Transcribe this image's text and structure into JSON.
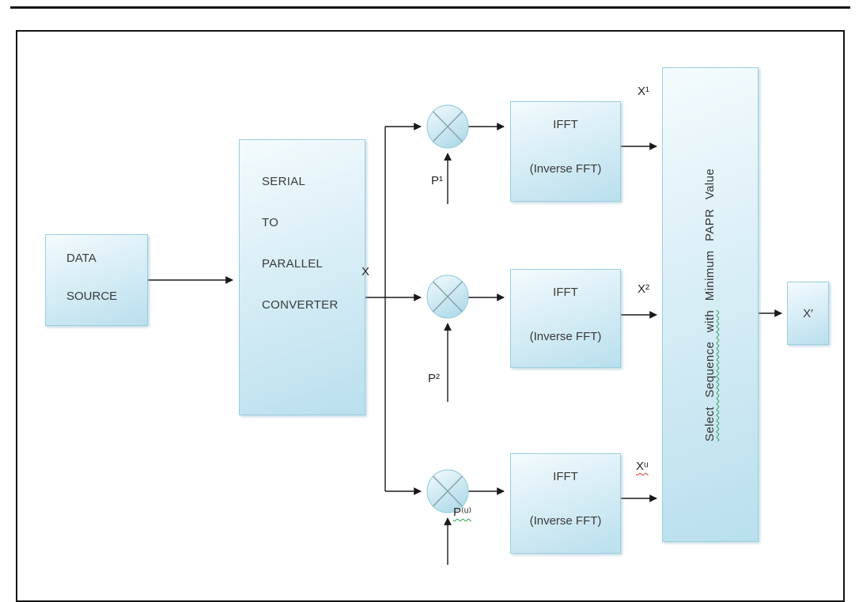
{
  "diagram": {
    "data_source": {
      "line1": "DATA",
      "line2": "SOURCE"
    },
    "serial_to_parallel": {
      "line1": "SERIAL",
      "line2": "TO",
      "line3": "PARALLEL",
      "line4": "CONVERTER"
    },
    "x_label": "X",
    "branches": [
      {
        "p_label": "P¹",
        "ifft_title": "IFFT",
        "ifft_subtitle": "(Inverse FFT)",
        "output_label": "X¹"
      },
      {
        "p_label": "P²",
        "ifft_title": "IFFT",
        "ifft_subtitle": "(Inverse FFT)",
        "output_label": "X²"
      },
      {
        "p_label": "P⁽ᵘ⁾",
        "ifft_title": "IFFT",
        "ifft_subtitle": "(Inverse FFT)",
        "output_label": "Xᵘ"
      }
    ],
    "selector": {
      "label_part1": "Select Sequence with",
      "label_part2": "Minimum PAPR Value"
    },
    "final_output": "X′",
    "colors": {
      "box_fill_top": "#f4fbfd",
      "box_fill_bottom": "#b9dfed",
      "box_border": "#9ccfdf",
      "line": "#1a1a1a",
      "spellcheck_red": "#d43c2e",
      "grammar_green": "#2e9e4f"
    }
  }
}
